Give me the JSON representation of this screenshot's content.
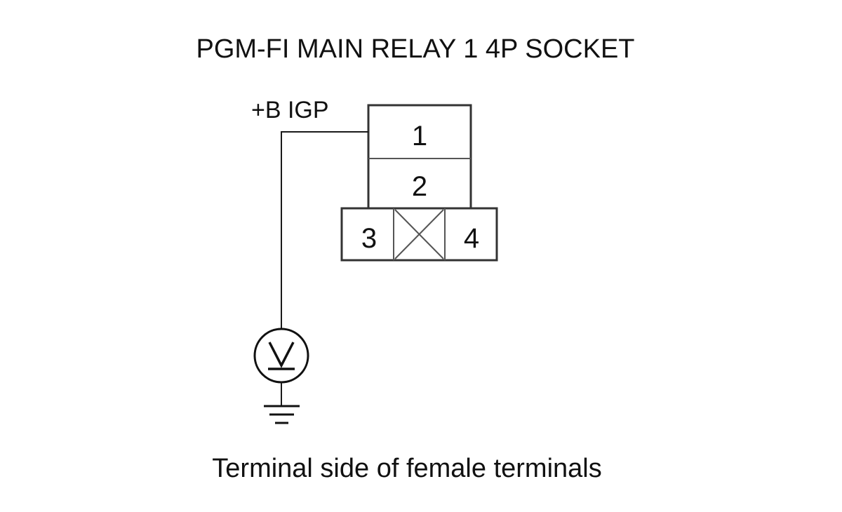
{
  "title": "PGM-FI MAIN RELAY 1 4P SOCKET",
  "caption": "Terminal side of female terminals",
  "wire_label": "+B IGP",
  "connector": {
    "terminals": [
      {
        "number": "1",
        "connected": true
      },
      {
        "number": "2",
        "connected": false
      },
      {
        "number": "3",
        "connected": false
      },
      {
        "number": "4",
        "connected": false
      }
    ],
    "blank_cavity": "x-marked"
  },
  "meter": {
    "type": "voltmeter",
    "symbol": "V"
  },
  "icons": {
    "meter": "voltmeter-icon",
    "ground": "ground-symbol-icon"
  },
  "colors": {
    "ink": "#111111",
    "connector_outline": "#333333",
    "background": "#ffffff"
  }
}
